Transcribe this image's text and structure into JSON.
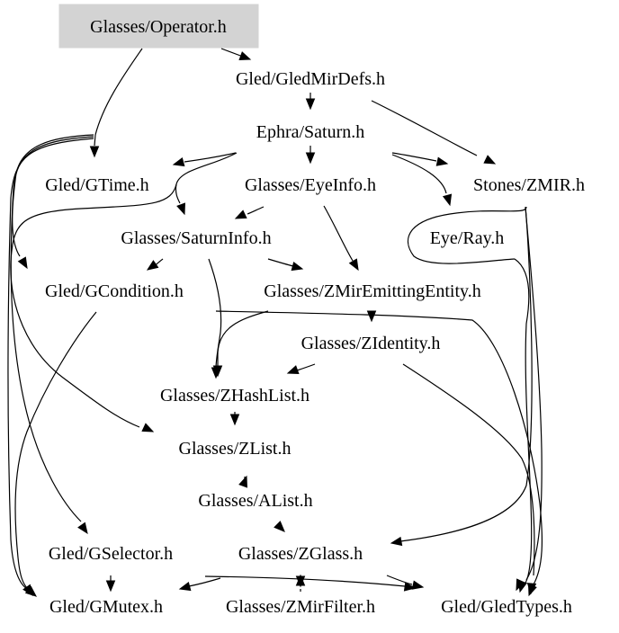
{
  "title": "Include dependency graph for Glasses/Operator.h",
  "root_node": "Glasses/Operator.h",
  "colors": {
    "root_fill": "#d3d3d3",
    "edge": "#000000",
    "text": "#000000",
    "background": "#ffffff"
  },
  "nodes": [
    {
      "id": "operator",
      "label": "Glasses/Operator.h",
      "root": true
    },
    {
      "id": "gledmirdefs",
      "label": "Gled/GledMirDefs.h"
    },
    {
      "id": "saturn",
      "label": "Ephra/Saturn.h"
    },
    {
      "id": "gtime",
      "label": "Gled/GTime.h"
    },
    {
      "id": "eyeinfo",
      "label": "Glasses/EyeInfo.h"
    },
    {
      "id": "zmir",
      "label": "Stones/ZMIR.h"
    },
    {
      "id": "saturninfo",
      "label": "Glasses/SaturnInfo.h"
    },
    {
      "id": "eyeray",
      "label": "Eye/Ray.h"
    },
    {
      "id": "gcondition",
      "label": "Gled/GCondition.h"
    },
    {
      "id": "zmiremitting",
      "label": "Glasses/ZMirEmittingEntity.h"
    },
    {
      "id": "zidentity",
      "label": "Glasses/ZIdentity.h"
    },
    {
      "id": "zhashlist",
      "label": "Glasses/ZHashList.h"
    },
    {
      "id": "zlist",
      "label": "Glasses/ZList.h"
    },
    {
      "id": "alist",
      "label": "Glasses/AList.h"
    },
    {
      "id": "gselector",
      "label": "Gled/GSelector.h"
    },
    {
      "id": "zglass",
      "label": "Glasses/ZGlass.h"
    },
    {
      "id": "gmutex",
      "label": "Gled/GMutex.h"
    },
    {
      "id": "zmirfilter",
      "label": "Glasses/ZMirFilter.h"
    },
    {
      "id": "gledtypes",
      "label": "Gled/GledTypes.h"
    }
  ],
  "edges": [
    {
      "from": "Glasses/Operator.h",
      "to": "Gled/GledMirDefs.h"
    },
    {
      "from": "Glasses/Operator.h",
      "to": "Gled/GTime.h"
    },
    {
      "from": "Glasses/Operator.h",
      "to": "Gled/GCondition.h"
    },
    {
      "from": "Glasses/Operator.h",
      "to": "Gled/GSelector.h"
    },
    {
      "from": "Glasses/Operator.h",
      "to": "Gled/GMutex.h"
    },
    {
      "from": "Gled/GledMirDefs.h",
      "to": "Ephra/Saturn.h"
    },
    {
      "from": "Gled/GledMirDefs.h",
      "to": "Stones/ZMIR.h"
    },
    {
      "from": "Ephra/Saturn.h",
      "to": "Gled/GTime.h"
    },
    {
      "from": "Ephra/Saturn.h",
      "to": "Glasses/EyeInfo.h"
    },
    {
      "from": "Ephra/Saturn.h",
      "to": "Stones/ZMIR.h"
    },
    {
      "from": "Ephra/Saturn.h",
      "to": "Eye/Ray.h"
    },
    {
      "from": "Ephra/Saturn.h",
      "to": "Glasses/SaturnInfo.h"
    },
    {
      "from": "Ephra/Saturn.h",
      "to": "Glasses/ZList.h"
    },
    {
      "from": "Glasses/EyeInfo.h",
      "to": "Glasses/SaturnInfo.h"
    },
    {
      "from": "Glasses/EyeInfo.h",
      "to": "Glasses/ZMirEmittingEntity.h"
    },
    {
      "from": "Glasses/SaturnInfo.h",
      "to": "Gled/GCondition.h"
    },
    {
      "from": "Glasses/SaturnInfo.h",
      "to": "Glasses/ZMirEmittingEntity.h"
    },
    {
      "from": "Glasses/SaturnInfo.h",
      "to": "Glasses/ZHashList.h"
    },
    {
      "from": "Glasses/ZMirEmittingEntity.h",
      "to": "Glasses/ZIdentity.h"
    },
    {
      "from": "Glasses/ZMirEmittingEntity.h",
      "to": "Glasses/ZHashList.h"
    },
    {
      "from": "Glasses/ZMirEmittingEntity.h",
      "to": "Gled/GledTypes.h"
    },
    {
      "from": "Glasses/ZIdentity.h",
      "to": "Glasses/ZHashList.h"
    },
    {
      "from": "Glasses/ZIdentity.h",
      "to": "Gled/GledTypes.h"
    },
    {
      "from": "Glasses/ZHashList.h",
      "to": "Glasses/ZList.h"
    },
    {
      "from": "Glasses/ZList.h",
      "to": "Glasses/AList.h"
    },
    {
      "from": "Glasses/AList.h",
      "to": "Glasses/ZGlass.h"
    },
    {
      "from": "Stones/ZMIR.h",
      "to": "Glasses/ZGlass.h"
    },
    {
      "from": "Stones/ZMIR.h",
      "to": "Gled/GledTypes.h"
    },
    {
      "from": "Eye/Ray.h",
      "to": "Gled/GledTypes.h"
    },
    {
      "from": "Gled/GCondition.h",
      "to": "Gled/GMutex.h"
    },
    {
      "from": "Gled/GSelector.h",
      "to": "Gled/GMutex.h"
    },
    {
      "from": "Glasses/ZGlass.h",
      "to": "Gled/GMutex.h"
    },
    {
      "from": "Glasses/ZGlass.h",
      "to": "Glasses/ZMirFilter.h"
    },
    {
      "from": "Glasses/ZGlass.h",
      "to": "Gled/GledTypes.h"
    },
    {
      "from": "Glasses/ZMirFilter.h",
      "to": "Glasses/ZGlass.h"
    },
    {
      "from": "Glasses/ZMirFilter.h",
      "to": "Gled/GledTypes.h"
    }
  ]
}
